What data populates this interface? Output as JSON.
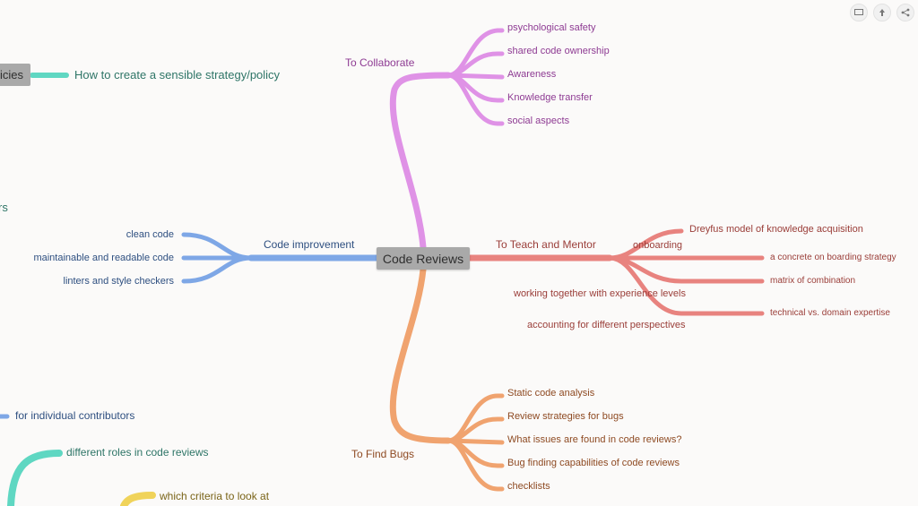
{
  "central": "Code Reviews",
  "left_stub": {
    "label": "icies",
    "link": "How to create a sensible strategy/policy",
    "partial": "rs"
  },
  "branches": {
    "collaborate": {
      "label": "To Collaborate",
      "color": "#df92e6",
      "text_color": "#8e3b93",
      "children": [
        "psychological safety",
        "shared code ownership",
        "Awareness",
        "Knowledge transfer",
        "social aspects"
      ]
    },
    "teach": {
      "label": "To Teach and Mentor",
      "color": "#e8837f",
      "text_color": "#9a3d38",
      "sub_label": "onboarding",
      "children": [
        "Dreyfus model of knowledge acquisition",
        "a concrete on boarding strategy",
        "matrix of combination",
        "technical vs. domain expertise"
      ],
      "left_children": [
        "working together with experience levels",
        "accounting for different perspectives"
      ]
    },
    "bugs": {
      "label": "To Find Bugs",
      "color": "#f0a36f",
      "text_color": "#8e4a22",
      "children": [
        "Static code analysis",
        "Review strategies for bugs",
        "What issues are found in code reviews?",
        "Bug finding capabilities of code reviews",
        "checklists"
      ]
    },
    "improvement": {
      "label": "Code improvement",
      "color": "#7ea7e6",
      "text_color": "#2e4f80",
      "children": [
        "clean code",
        "maintainable and readable code",
        "linters and style checkers"
      ]
    }
  },
  "bottom_left": {
    "individual": "for individual contributors",
    "roles": "different roles in code reviews",
    "criteria": "which criteria to look at"
  },
  "colors": {
    "teal": "#5fd7c2",
    "yellow": "#f0d35a",
    "blue": "#7ea7e6"
  },
  "toolbar": [
    "screen-icon",
    "upload-icon",
    "share-icon"
  ]
}
